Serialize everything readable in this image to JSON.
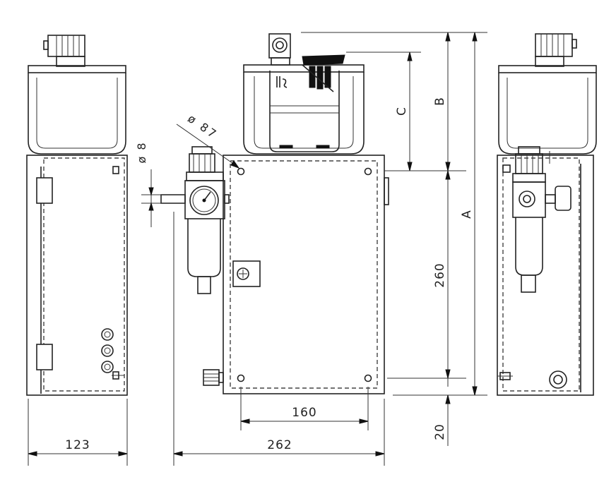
{
  "dimensions": {
    "left_width": "123",
    "total_width": "262",
    "hole_spacing": "160",
    "bottom_offset": "20",
    "panel_height": "260",
    "height_a": "A",
    "height_b": "B",
    "height_c": "C",
    "port_diameter": "ø 8",
    "mount_diameter": "ø 87"
  }
}
